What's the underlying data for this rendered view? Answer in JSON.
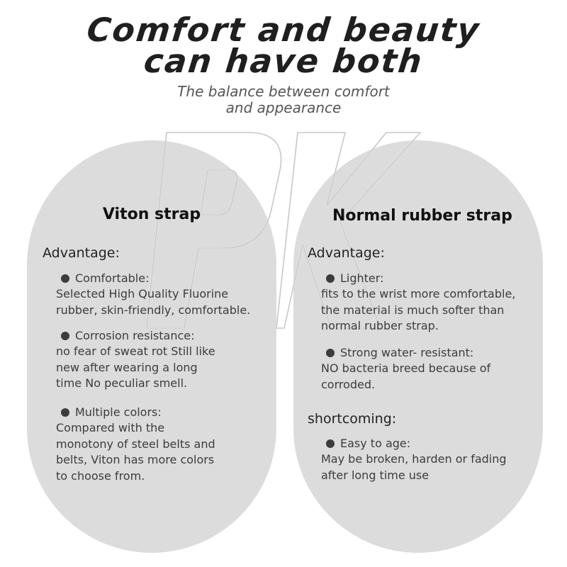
{
  "header": {
    "title_line1": "Comfort and beauty",
    "title_line2": "can have both",
    "subtitle_line1": "The balance between comfort",
    "subtitle_line2": "and appearance"
  },
  "watermark_text": "PK",
  "left": {
    "title": "Viton strap",
    "advantage_label": "Advantage:",
    "items": [
      {
        "head": "Comfortable:",
        "lines": [
          "Selected High Quality Fluorine",
          "rubber, skin-friendly, comfortable."
        ]
      },
      {
        "head": "Corrosion resistance:",
        "lines": [
          "no fear of sweat rot Still like",
          "new after wearing a long",
          "time No peculiar smell."
        ]
      },
      {
        "head": "Multiple colors:",
        "lines": [
          "Compared with the",
          "monotony of steel belts and",
          "belts, Viton has more colors",
          "to choose from."
        ]
      }
    ]
  },
  "right": {
    "title": "Normal rubber strap",
    "advantage_label": "Advantage:",
    "advantages": [
      {
        "head": "Lighter:",
        "lines": [
          "fits to the wrist more comfortable,",
          "the material is much softer than",
          "normal rubber strap."
        ]
      },
      {
        "head": "Strong water- resistant:",
        "lines": [
          "NO bacteria breed because of",
          "corroded."
        ]
      }
    ],
    "shortcoming_label": "shortcoming:",
    "shortcomings": [
      {
        "head": "Easy to age:",
        "lines": [
          "May be broken, harden or fading",
          "after long time use"
        ]
      }
    ]
  },
  "colors": {
    "pill": "#dcdcdc",
    "text": "#3c3c3c",
    "title": "#111111"
  }
}
